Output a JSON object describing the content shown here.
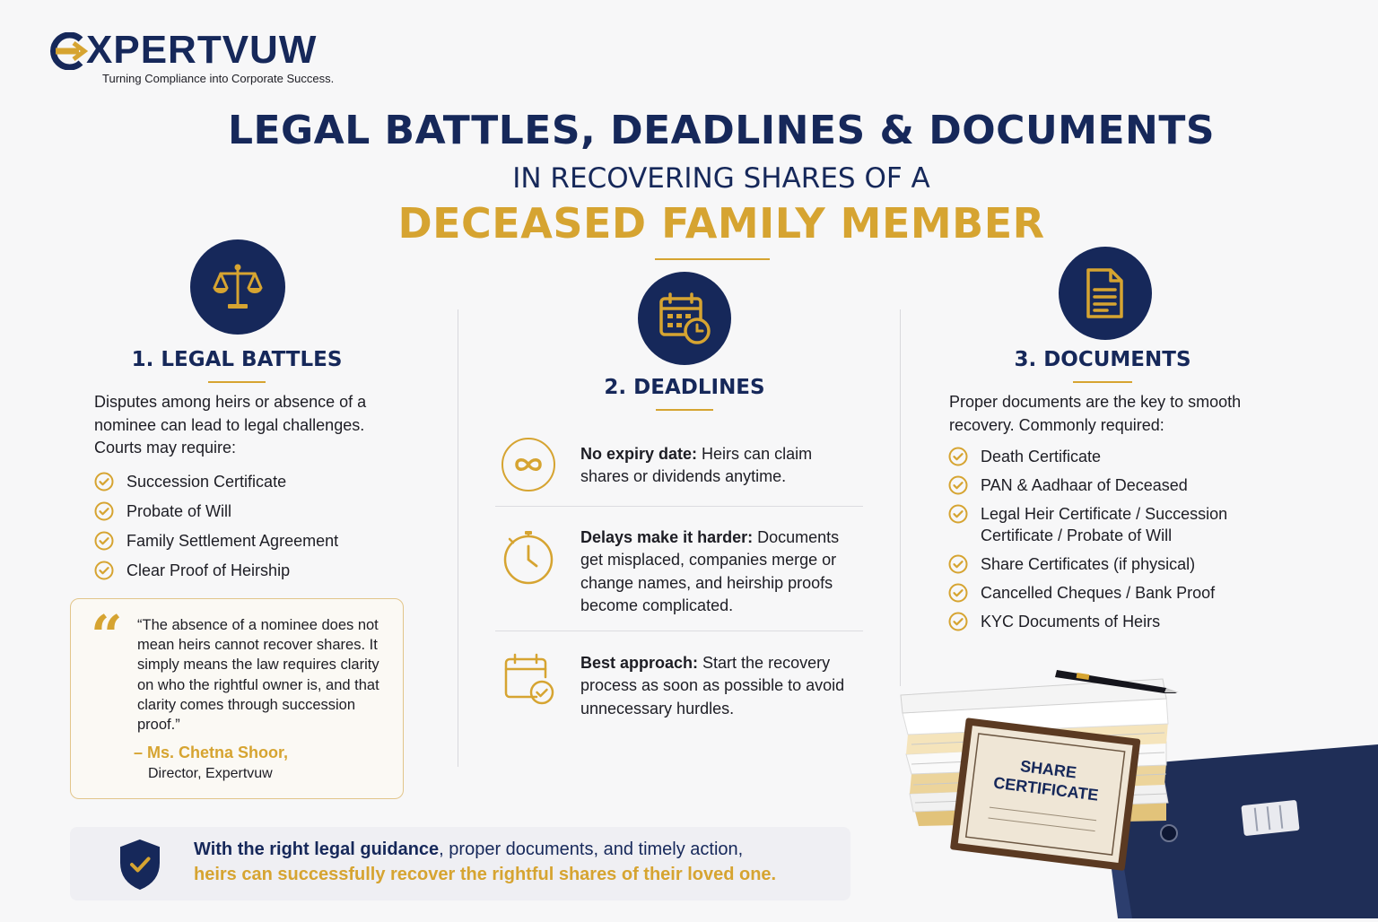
{
  "brand": {
    "name": "XPERTVUW",
    "tagline": "Turning Compliance into Corporate Success."
  },
  "title": {
    "line1": "LEGAL BATTLES, DEADLINES & DOCUMENTS",
    "line2": "IN RECOVERING SHARES OF A",
    "line3": "DECEASED FAMILY MEMBER"
  },
  "colors": {
    "navy": "#16285a",
    "gold": "#d6a431",
    "background": "#f7f7f8"
  },
  "legal": {
    "icon": "scales-icon",
    "heading": "1. LEGAL BATTLES",
    "intro": "Disputes among heirs or absence of a nominee can lead to legal challenges. Courts may require:",
    "items": [
      "Succession Certificate",
      "Probate of Will",
      "Family Settlement Agreement",
      "Clear Proof of Heirship"
    ]
  },
  "quote": {
    "text": "“The absence of a nominee does not mean heirs cannot recover shares. It simply means the law requires clarity on who the rightful owner is, and that clarity comes through succession proof.”",
    "name": "– Ms. Chetna Shoor,",
    "role": "Director, Expertvuw"
  },
  "deadlines": {
    "icon": "calendar-clock-icon",
    "heading": "2. DEADLINES",
    "items": [
      {
        "icon": "infinity-icon",
        "bold": "No expiry date:",
        "text": " Heirs can claim shares or dividends anytime."
      },
      {
        "icon": "clock-icon",
        "bold": "Delays make it harder:",
        "text": "  Documents get misplaced, companies merge or change names, and heirship proofs become complicated."
      },
      {
        "icon": "calendar-check-icon",
        "bold": "Best approach:",
        "text": " Start the recovery process as soon as possible to avoid unnecessary hurdles."
      }
    ]
  },
  "documents": {
    "icon": "document-icon",
    "heading": "3. DOCUMENTS",
    "intro": "Proper documents are the key to smooth recovery. Commonly required:",
    "items": [
      "Death Certificate",
      "PAN & Aadhaar of Deceased",
      "Legal Heir Certificate / Succession Certificate / Probate of Will",
      "Share Certificates (if physical)",
      "Cancelled Cheques / Bank Proof",
      "KYC Documents of Heirs"
    ]
  },
  "illustration": {
    "cert_line1": "SHARE",
    "cert_line2": "CERTIFICATE"
  },
  "banner": {
    "icon": "shield-check-icon",
    "bold": "With the right legal guidance",
    "rest": ", proper documents, and timely action,",
    "line2": "heirs can successfully recover the rightful shares of their loved one."
  }
}
